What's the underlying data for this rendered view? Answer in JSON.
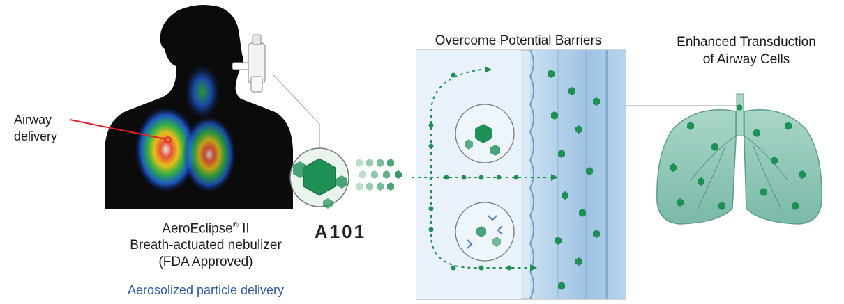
{
  "labels": {
    "airway_line1": "Airway",
    "airway_line2": "delivery",
    "device_line1": "AeroEclipse",
    "device_sup": "®",
    "device_line1_suffix": " II",
    "device_line2": "Breath-actuated nebulizer",
    "device_line3": "(FDA Approved)",
    "delivery_sub": "Aerosolized particle delivery",
    "drug_name": "A101",
    "barriers_title": "Overcome Potential Barriers",
    "transduction_line1": "Enhanced Transduction",
    "transduction_line2": "of Airway Cells"
  },
  "colors": {
    "particle": "#1e8f55",
    "particle_light": "#7cc9a0",
    "delivery_text": "#2c5aa0",
    "pointer_line": "#e0202a",
    "mucus": "#dce9f4",
    "epithelium": "#9fc3e3",
    "lung_fill": "#8fc7b8"
  }
}
